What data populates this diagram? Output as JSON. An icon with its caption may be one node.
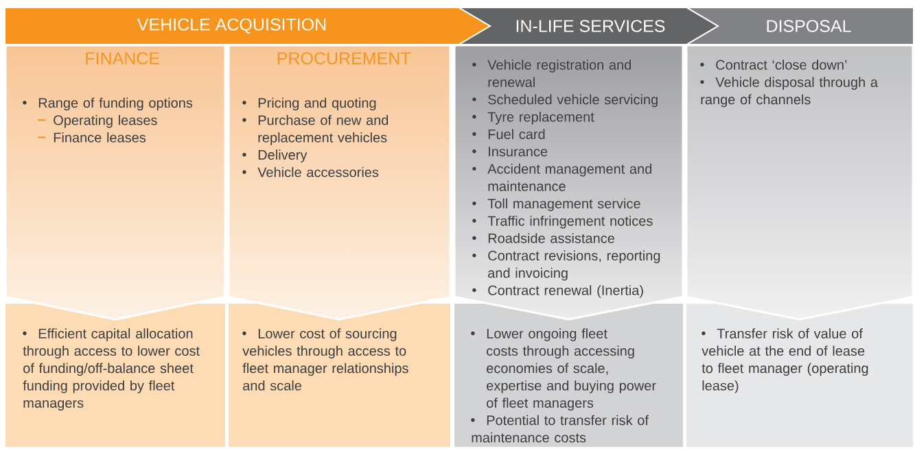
{
  "diagram": {
    "nodes": [
      {
        "text": [
          "VEHICLE ACQUISITION"
        ]
      },
      {
        "text": [
          "IN-LIFE SERVICES"
        ]
      },
      {
        "text": [
          "DISPOSAL"
        ]
      },
      {
        "text": [
          "FINANCE",
          "Range of funding options",
          "Operating leases",
          "Finance leases"
        ]
      },
      {
        "text": [
          "PROCUREMENT",
          "Pricing and quoting",
          "Purchase of new and replacement vehicles",
          "Delivery",
          "Vehicle accessories"
        ]
      },
      {
        "text": [
          "Vehicle registration and renewal",
          "Scheduled vehicle servicing",
          "Tyre replacement",
          "Fuel card",
          "Insurance",
          "Accident management and maintenance",
          "Toll management service",
          "Traffic infringement notices",
          "Roadside assistance",
          "Contract revisions, reporting and invoicing",
          "Contract renewal (Inertia)"
        ]
      },
      {
        "text": [
          "Contract ‘close down’",
          "Vehicle disposal through a range of channels"
        ]
      },
      {
        "text": [
          "Efficient capital allocation through access to lower cost of funding/off-balance sheet funding provided by fleet managers"
        ]
      },
      {
        "text": [
          "Lower cost of sourcing vehicles through access to fleet manager relationships and scale"
        ]
      },
      {
        "text": [
          "Lower ongoing fleet costs through accessing economies of scale, expertise and buying power of fleet managers",
          "Potential to transfer risk of maintenance costs"
        ]
      },
      {
        "text": [
          "Transfer risk of value of vehicle at the end of lease to fleet manager (operating lease)"
        ]
      }
    ]
  }
}
